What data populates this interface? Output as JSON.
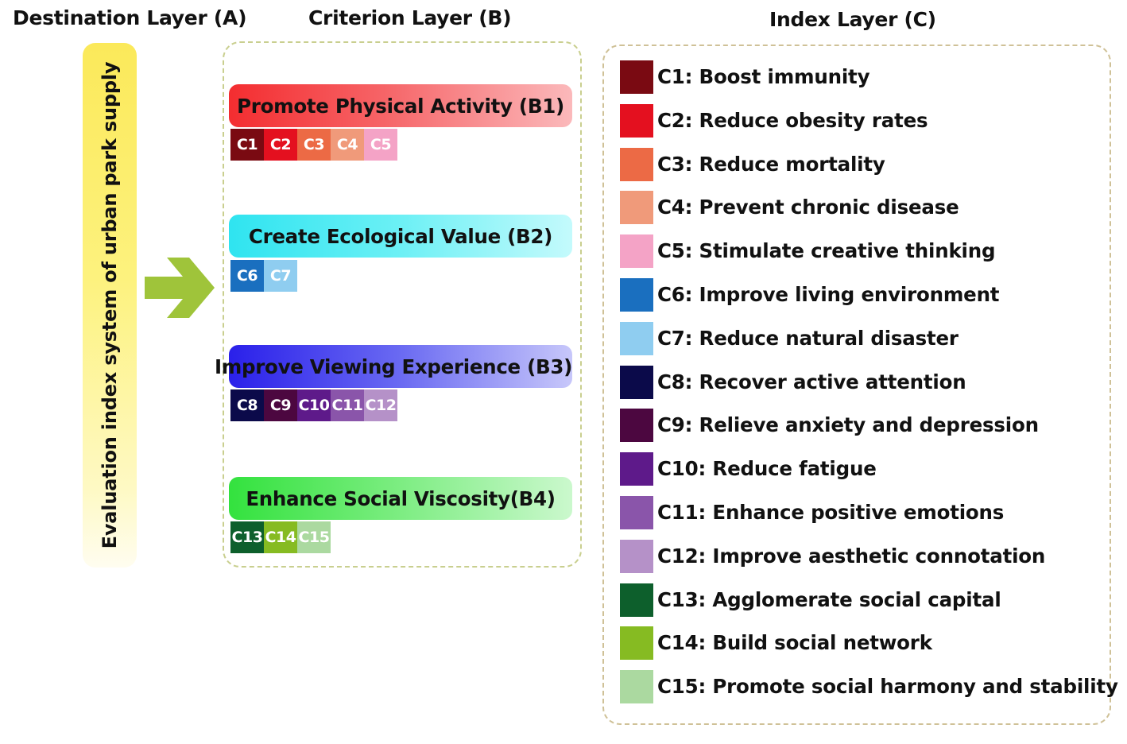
{
  "headings": {
    "destination": "Destination Layer (A)",
    "criterion": "Criterion Layer (B)",
    "index": "Index Layer (C)"
  },
  "destination": {
    "label": "Evaluation index system of urban park supply",
    "color": "#fbe95a"
  },
  "arrow": {
    "color": "#9fc43a",
    "icon": "right-arrow-icon"
  },
  "criteria": [
    {
      "label": "Promote Physical Activity (B1)",
      "chips": [
        "C1",
        "C2",
        "C3",
        "C4",
        "C5"
      ]
    },
    {
      "label": "Create Ecological Value (B2)",
      "chips": [
        "C6",
        "C7"
      ]
    },
    {
      "label": "Improve Viewing Experience (B3)",
      "chips": [
        "C8",
        "C9",
        "C10",
        "C11",
        "C12"
      ]
    },
    {
      "label": "Enhance Social Viscosity(B4)",
      "chips": [
        "C13",
        "C14",
        "C15"
      ]
    }
  ],
  "indices": [
    {
      "code": "C1",
      "label": "C1: Boost immunity",
      "color": "#7a0a12"
    },
    {
      "code": "C2",
      "label": "C2: Reduce obesity rates",
      "color": "#e4101f"
    },
    {
      "code": "C3",
      "label": "C3: Reduce mortality",
      "color": "#ec6a45"
    },
    {
      "code": "C4",
      "label": "C4: Prevent chronic disease",
      "color": "#f09a7a"
    },
    {
      "code": "C5",
      "label": "C5: Stimulate creative thinking",
      "color": "#f4a3c6"
    },
    {
      "code": "C6",
      "label": "C6: Improve living environment",
      "color": "#1a6fbf"
    },
    {
      "code": "C7",
      "label": "C7: Reduce natural disaster",
      "color": "#8fcdf0"
    },
    {
      "code": "C8",
      "label": "C8: Recover active attention",
      "color": "#0b0a4a"
    },
    {
      "code": "C9",
      "label": "C9: Relieve anxiety and depression",
      "color": "#4c0740"
    },
    {
      "code": "C10",
      "label": "C10: Reduce fatigue",
      "color": "#5e1a8a"
    },
    {
      "code": "C11",
      "label": "C11: Enhance positive emotions",
      "color": "#8a55aa"
    },
    {
      "code": "C12",
      "label": "C12: Improve aesthetic connotation",
      "color": "#b591c8"
    },
    {
      "code": "C13",
      "label": "C13: Agglomerate social capital",
      "color": "#0d5f2c"
    },
    {
      "code": "C14",
      "label": "C14: Build social network",
      "color": "#86bb22"
    },
    {
      "code": "C15",
      "label": "C15: Promote social harmony and stability",
      "color": "#abd9a0"
    }
  ]
}
